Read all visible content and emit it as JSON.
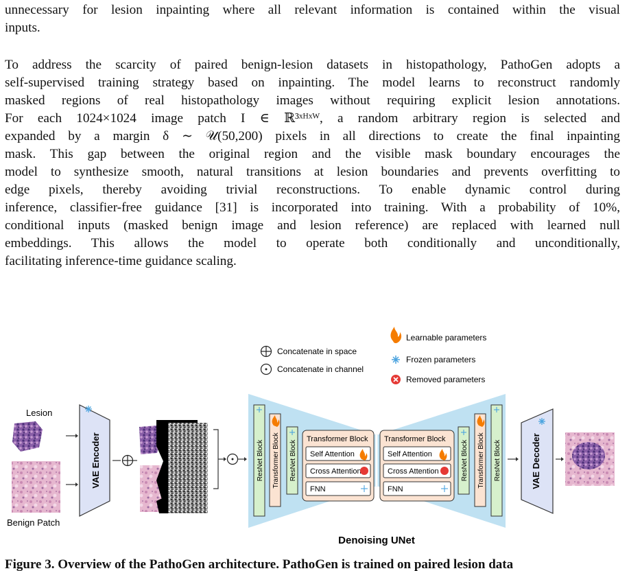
{
  "paragraph1": [
    "unnecessary for lesion inpainting where all relevant information is contained within the visual",
    "inputs."
  ],
  "paragraph2": [
    "To address the scarcity of paired benign-lesion datasets in histopathology, PathoGen adopts a",
    "self-supervised training strategy based on inpainting. The model learns to reconstruct randomly",
    "masked regions of real histopathology images without requiring explicit lesion annotations.",
    "For each 1024×1024 image patch I ∈ ℝ³ˣᴴˣᵂ, a random arbitrary region is selected and",
    "expanded by a margin δ ∼ 𝒰(50,200) pixels in all directions to create the final inpainting",
    "mask. This gap between the original region and the visible mask boundary encourages the",
    "model to synthesize smooth, natural transitions at lesion boundaries and prevents overfitting to",
    "edge pixels, thereby avoiding trivial reconstructions. To enable dynamic control during",
    "inference, classifier-free guidance [31] is incorporated into training. With a probability of 10%,",
    "conditional inputs (masked benign image and lesion reference) are replaced with learned null",
    "embeddings. This allows the model to operate both conditionally and unconditionally,",
    "facilitating inference-time guidance scaling."
  ],
  "figure": {
    "legend": {
      "concat_space": "Concatenate in space",
      "concat_channel": "Concatenate in channel",
      "learnable": "Learnable parameters",
      "frozen": "Frozen parameters",
      "removed": "Removed parameters"
    },
    "inputs": {
      "lesion": "Lesion",
      "benign": "Benign Patch"
    },
    "vae_encoder": "VAE Encoder",
    "vae_decoder": "VAE Decoder",
    "resnet_block": "ResNet Block",
    "transformer_block": "Transformer Block",
    "transformer_block_title": "Transformer  Block",
    "self_attention": "Self Attention",
    "cross_attention": "Cross Attention",
    "fnn": "FNN",
    "unet_title": "Denoising UNet",
    "colors": {
      "unet_bg": "#bfe1f2",
      "green_block": "#d6f0cc",
      "orange_block": "#fbe3d2",
      "vae": "#dde3f6",
      "removed": "#e53935",
      "flame": "#f57c00",
      "frozen": "#4aa3df"
    }
  },
  "caption_partial": "Figure 3. Overview of the PathoGen architecture. PathoGen is trained on paired lesion data"
}
